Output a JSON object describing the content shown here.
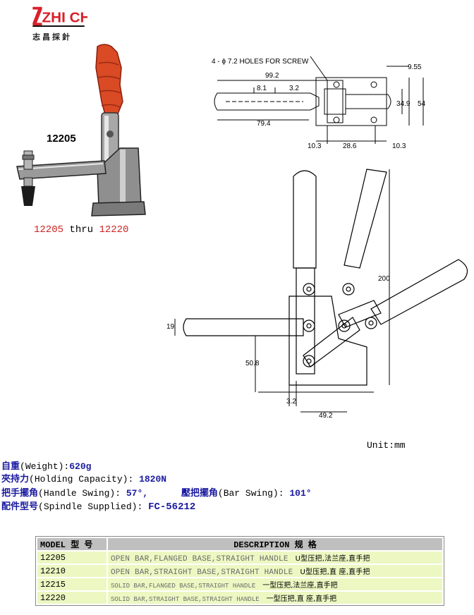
{
  "logo": {
    "brand": "ZHI CHANG",
    "chinese": "志昌採針",
    "colors": {
      "red": "#d8202a",
      "black": "#000000"
    }
  },
  "photo": {
    "model_label": "12205",
    "range_start": "12205",
    "range_mid": " thru ",
    "range_end": "12220"
  },
  "drawing_top": {
    "holes_note": "4 - ϕ 7.2 HOLES FOR SCREW",
    "dim_99_2": "99.2",
    "dim_9_55": "9.55",
    "dim_8_1": "8.1",
    "dim_3_2a": "3.2",
    "dim_34_9": "34.9",
    "dim_54": "54",
    "dim_79_4": "79.4",
    "dim_10_3a": "10.3",
    "dim_28_6": "28.6",
    "dim_10_3b": "10.3"
  },
  "drawing_side": {
    "dim_200": "200",
    "dim_19": "19",
    "dim_50_8": "50.8",
    "dim_3_2b": "3.2",
    "dim_49_2": "49.2"
  },
  "unit": "Unit:mm",
  "specs": {
    "weight_cn": "自重",
    "weight_en": "(Weight):",
    "weight_val": "620g",
    "capacity_cn": "夾持力",
    "capacity_en": "(Holding Capacity):",
    "capacity_val": "1820N",
    "handle_cn": "把手擺角",
    "handle_en": "(Handle Swing):",
    "handle_val": "57°,",
    "bar_cn": "壓把擺角",
    "bar_en": "(Bar Swing):",
    "bar_val": "101°",
    "spindle_cn": "配件型号",
    "spindle_en": "(Spindle Supplied):",
    "spindle_val": "FC-56212"
  },
  "table": {
    "header_model": "MODEL  型 号",
    "header_desc": "DESCRIPTION    规  格",
    "rows": [
      {
        "model": "12205",
        "desc": "OPEN BAR,FLANGED BASE,STRAIGHT HANDLE",
        "cn": "U型压把,法兰座,直手把"
      },
      {
        "model": "12210",
        "desc": "OPEN BAR,STRAIGHT BASE,STRAIGHT HANDLE",
        "cn": "U型压把,直 座,直手把"
      },
      {
        "model": "12215",
        "desc": "SOLID BAR,FLANGED BASE,STRAIGHT HANDLE",
        "cn": "一型压把,法兰座,直手把"
      },
      {
        "model": "12220",
        "desc": "SOLID BAR,STRAIGHT BASE,STRAIGHT HANDLE",
        "cn": "一型压把,直 座,直手把"
      }
    ]
  }
}
